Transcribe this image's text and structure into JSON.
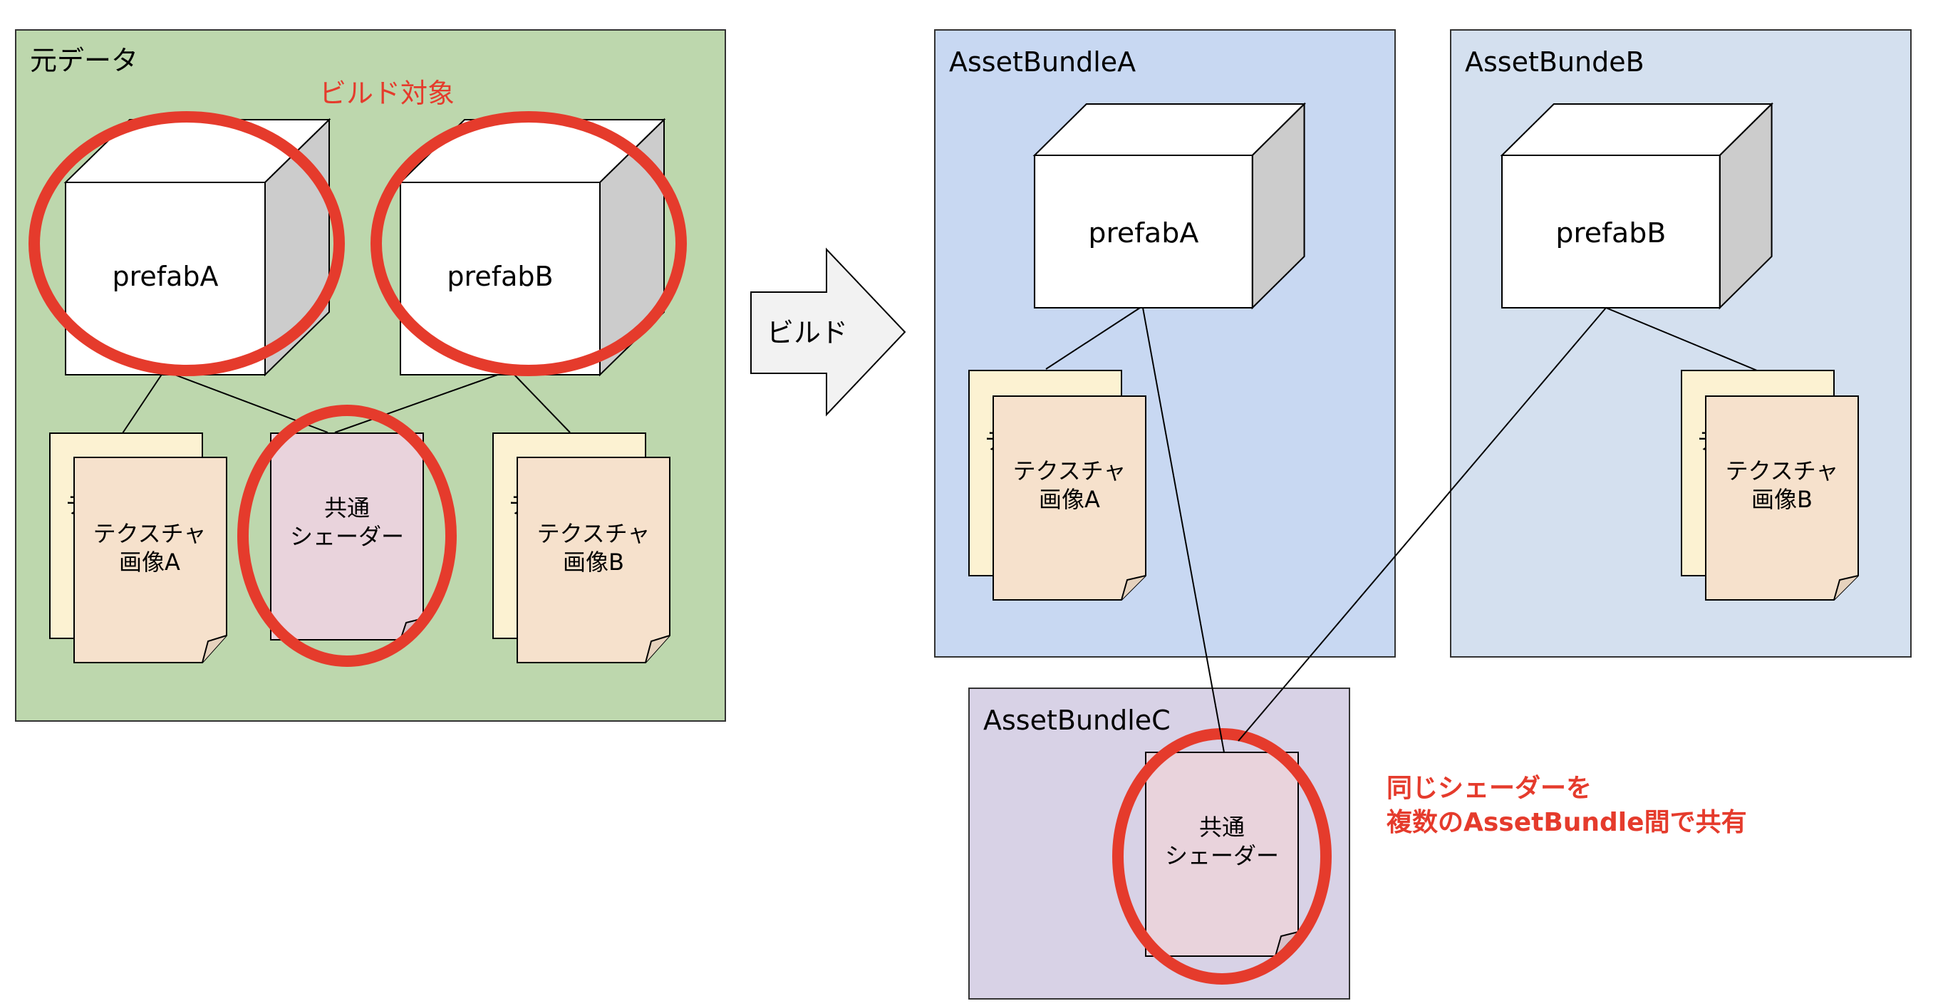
{
  "source_panel": {
    "title": "元データ",
    "build_target_label": "ビルド対象",
    "prefab_a": "prefabA",
    "prefab_b": "prefabB",
    "texture_a": [
      "テクスチャ",
      "画像A"
    ],
    "texture_b": [
      "テクスチャ",
      "画像B"
    ],
    "shader": [
      "共通",
      "シェーダー"
    ],
    "back_doc_text": "テ"
  },
  "build_arrow": {
    "label": "ビルド"
  },
  "bundle_a": {
    "title": "AssetBundleA",
    "prefab": "prefabA",
    "texture": [
      "テクスチャ",
      "画像A"
    ],
    "back_doc_text": "テ"
  },
  "bundle_b": {
    "title": "AssetBundeB",
    "prefab": "prefabB",
    "texture": [
      "テクスチャ",
      "画像B"
    ],
    "back_doc_text": "テ"
  },
  "bundle_c": {
    "title": "AssetBundleC",
    "shader": [
      "共通",
      "シェーダー"
    ]
  },
  "note": {
    "lines": [
      "同じシェーダーを",
      "複数のAssetBundle間で共有"
    ]
  },
  "colors": {
    "source_bg": "#bdd7ad",
    "bundle_a_bg": "#c8d8f2",
    "bundle_b_bg": "#d4e0ef",
    "bundle_c_bg": "#d8d2e6",
    "texture_back": "#fcf2d2",
    "texture_front": "#f6e1cc",
    "shader_doc": "#e9d3dc",
    "cube_side": "#cccccc",
    "highlight_red": "#e53b2c",
    "arrow_fill": "#f2f2f2"
  }
}
